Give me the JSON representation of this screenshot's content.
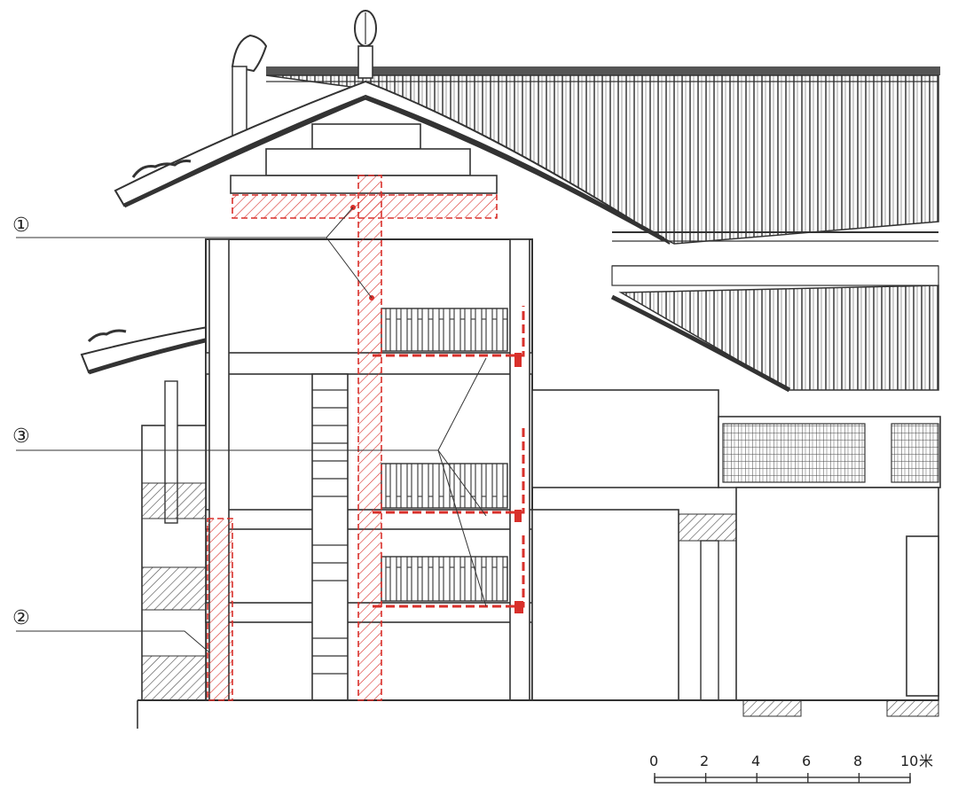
{
  "callouts": [
    {
      "id": "1",
      "label": "①"
    },
    {
      "id": "2",
      "label": "②"
    },
    {
      "id": "3",
      "label": "③"
    }
  ],
  "scale_bar": {
    "ticks": [
      "0",
      "2",
      "4",
      "6",
      "8",
      "10"
    ],
    "unit": "米"
  },
  "colors": {
    "line": "#3a3a3a",
    "highlight": "#d9302b",
    "hatch": "#555555"
  }
}
